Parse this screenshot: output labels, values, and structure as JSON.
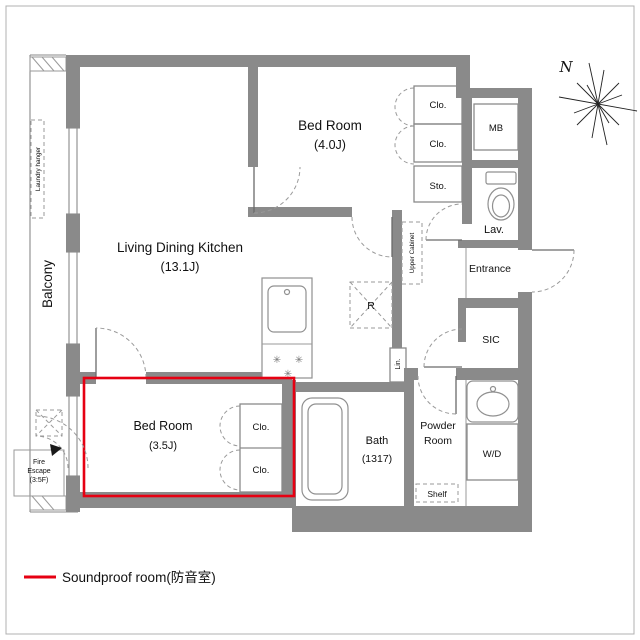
{
  "colors": {
    "wall": "#8a8a8a",
    "soundproof_red": "#e60012"
  },
  "compass": {
    "north": "N"
  },
  "balcony": {
    "label": "Balcony",
    "laundry": "Laundry hanger"
  },
  "fire_escape": {
    "l1": "Fire",
    "l2": "Escape",
    "l3": "(3:5F)"
  },
  "rooms": {
    "ldk": {
      "name": "Living Dining Kitchen",
      "size": "(13.1J)"
    },
    "bed4": {
      "name": "Bed Room",
      "size": "(4.0J)"
    },
    "bed35": {
      "name": "Bed Room",
      "size": "(3.5J)"
    },
    "bath": {
      "name": "Bath",
      "size": "(1317)"
    },
    "powder": {
      "l1": "Powder",
      "l2": "Room"
    },
    "entrance": {
      "name": "Entrance"
    },
    "sic": {
      "name": "SIC"
    },
    "lav": {
      "name": "Lav."
    },
    "sto": {
      "name": "Sto."
    },
    "mb": {
      "name": "MB"
    },
    "wd": {
      "name": "W/D"
    },
    "fridge": {
      "name": "R"
    }
  },
  "storage": {
    "clo_bed4_1": "Clo.",
    "clo_bed4_2": "Clo.",
    "clo_bed35_1": "Clo.",
    "clo_bed35_2": "Clo.",
    "shelf": "Shelf",
    "linen": "Lin.",
    "upper_cabinet": "Upper Cabinet"
  },
  "icons": {
    "burner": "✳"
  },
  "legend": {
    "label": "Soundproof room(防音室)"
  }
}
